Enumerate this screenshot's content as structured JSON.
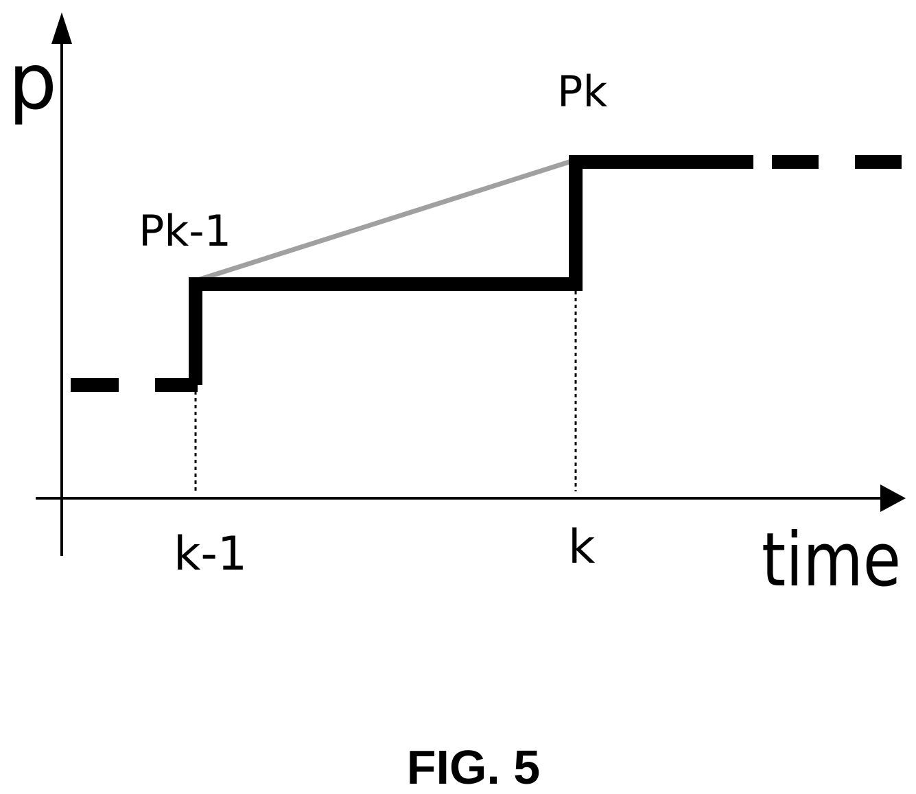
{
  "axes": {
    "y_label": "p",
    "x_label": "time"
  },
  "points": {
    "prev_label": "Pk-1",
    "curr_label": "Pk"
  },
  "ticks": {
    "prev_label": "k-1",
    "curr_label": "k"
  },
  "caption": "FIG. 5",
  "colors": {
    "stroke": "#000000",
    "ramp": "#a0a0a0"
  }
}
